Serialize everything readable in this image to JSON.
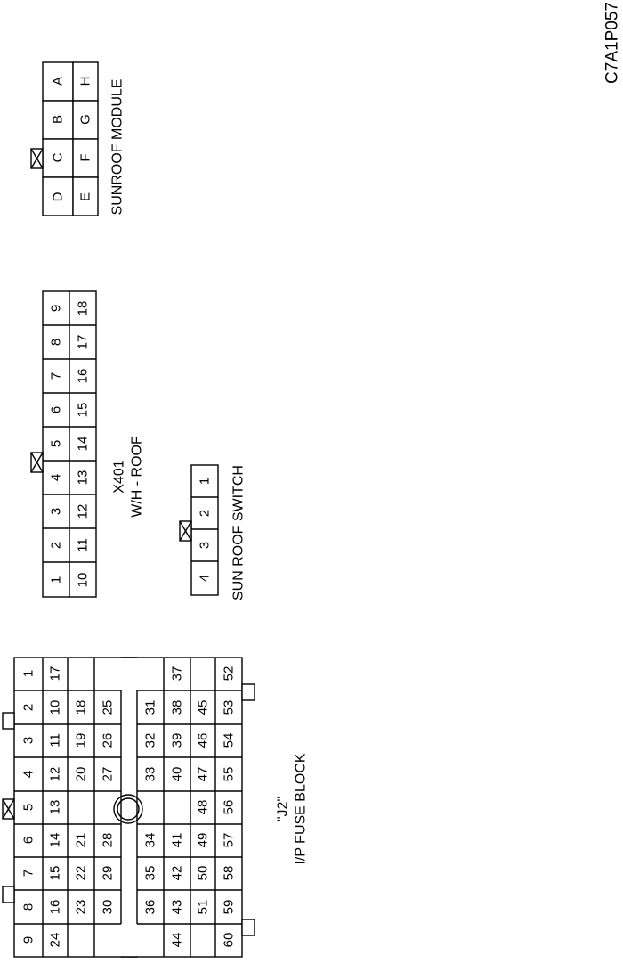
{
  "sunroof_module": {
    "title": "SUNROOF MODULE",
    "pins": [
      "D",
      "C",
      "B",
      "A",
      "E",
      "F",
      "G",
      "H"
    ]
  },
  "x401": {
    "title": "X401",
    "subtitle": "W/H - ROOF",
    "pins": [
      "1",
      "2",
      "3",
      "4",
      "5",
      "6",
      "7",
      "8",
      "9",
      "10",
      "11",
      "12",
      "13",
      "14",
      "15",
      "16",
      "17",
      "18"
    ]
  },
  "sun_roof_switch": {
    "title": "SUN ROOF SWITCH",
    "pins": [
      "4",
      "3",
      "2",
      "1"
    ]
  },
  "fuse_block": {
    "title": "\"J2\"",
    "subtitle": "I/P FUSE BLOCK",
    "pins": [
      "1",
      "2",
      "3",
      "4",
      "5",
      "6",
      "7",
      "8",
      "9",
      "10",
      "11",
      "12",
      "13",
      "14",
      "15",
      "16",
      "17",
      "18",
      "19",
      "20",
      "21",
      "22",
      "23",
      "24",
      "25",
      "26",
      "27",
      "28",
      "29",
      "30",
      "31",
      "32",
      "33",
      "34",
      "35",
      "36",
      "37",
      "38",
      "39",
      "40",
      "41",
      "42",
      "43",
      "44",
      "45",
      "46",
      "47",
      "48",
      "49",
      "50",
      "51",
      "52",
      "53",
      "54",
      "55",
      "56",
      "57",
      "58",
      "59",
      "60"
    ]
  },
  "figure_code": "C7A1P057"
}
